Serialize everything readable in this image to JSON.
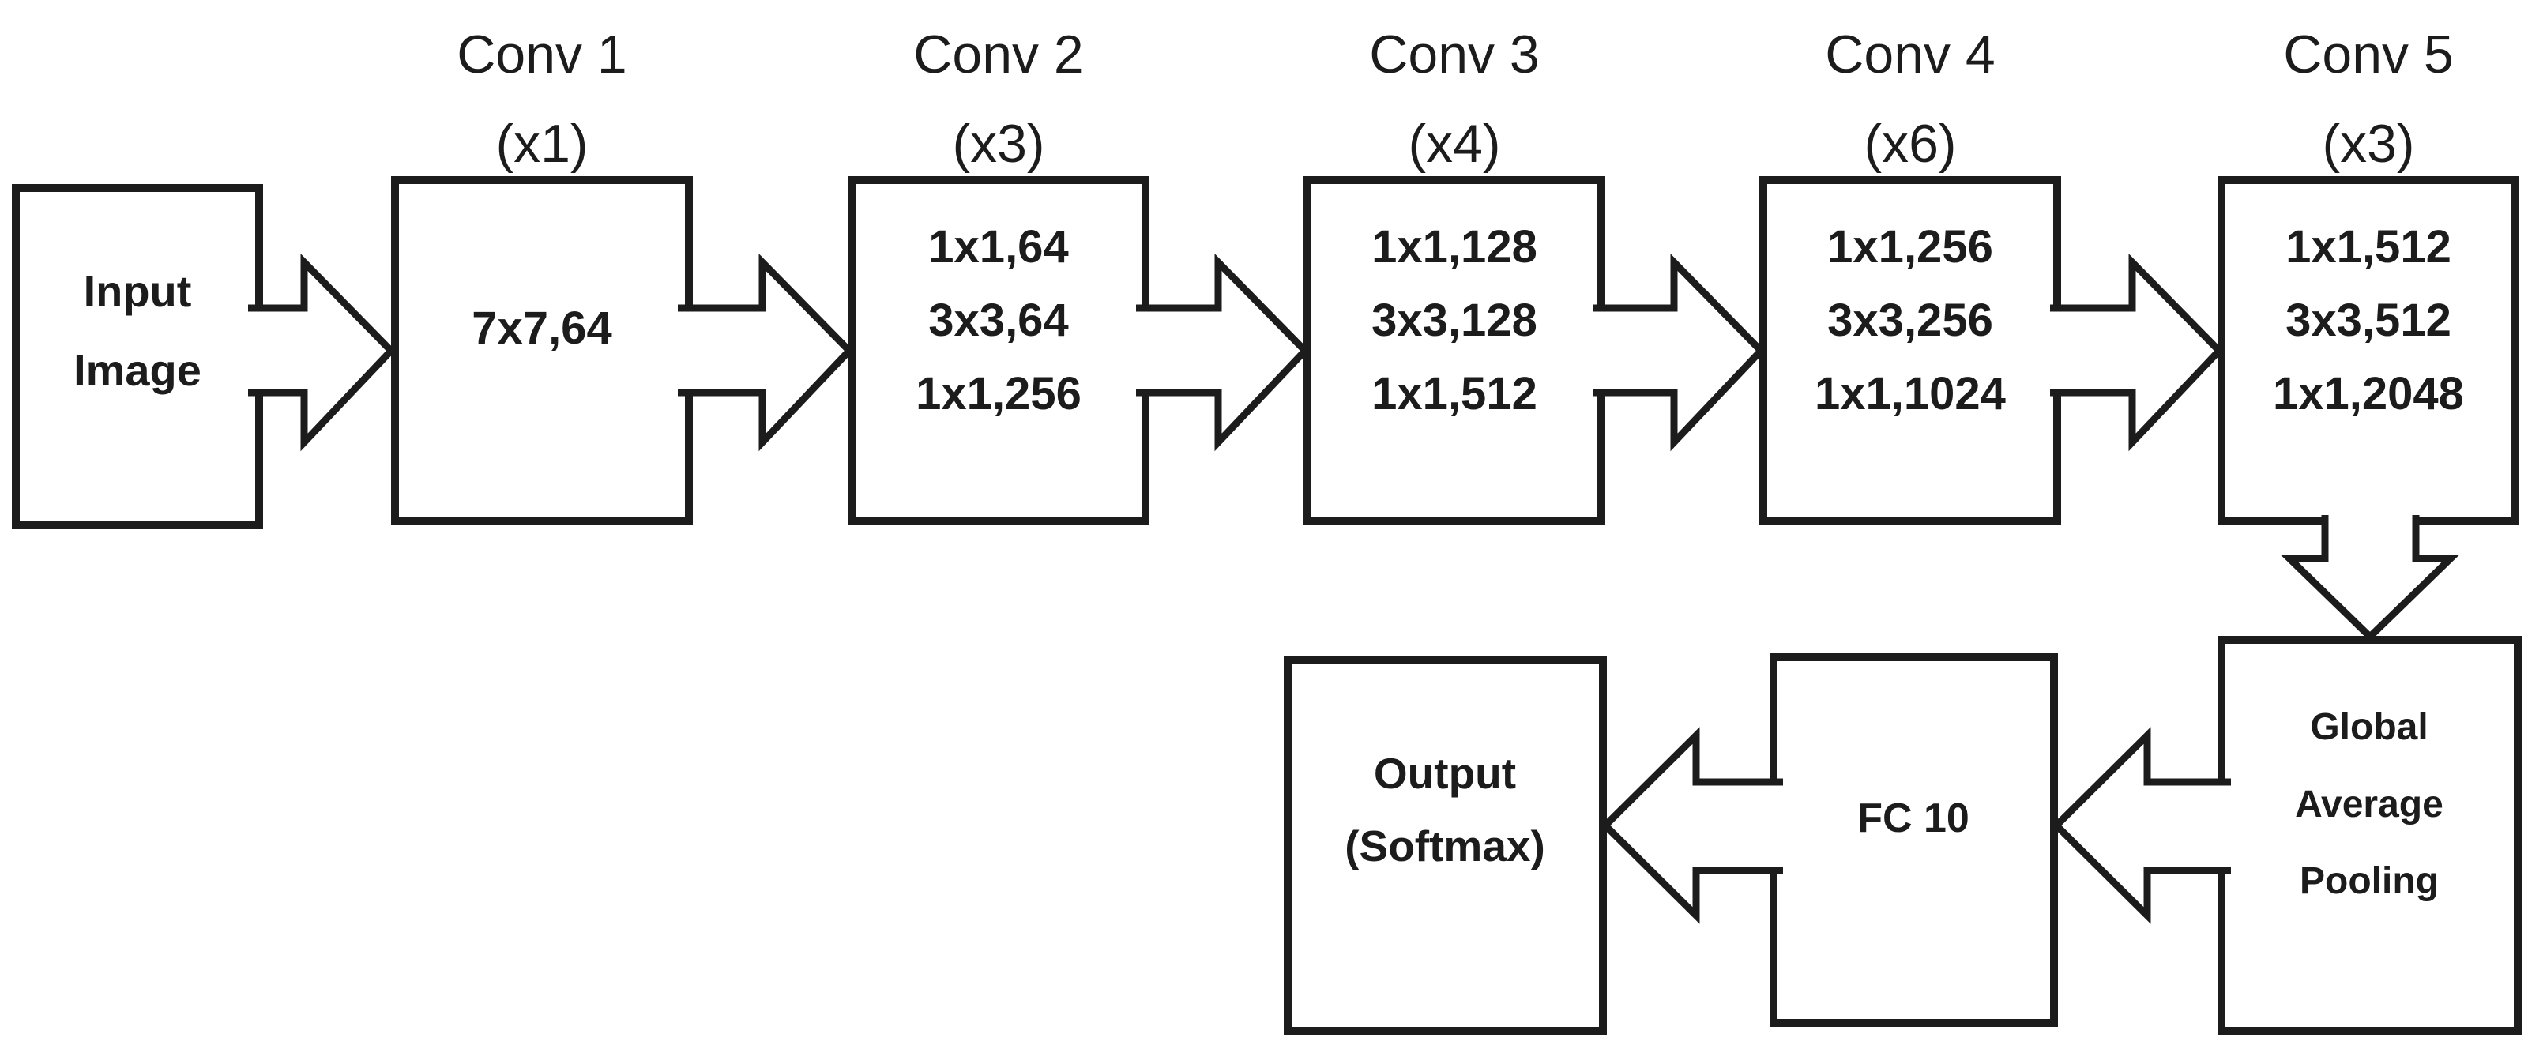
{
  "diagram": {
    "kind": "cnn-architecture-flowchart",
    "colors": {
      "background": "#ffffff",
      "line": "#1c1c1c",
      "box_fill": "#ffffff"
    },
    "nodes": {
      "input": {
        "lines": [
          "Input",
          "Image"
        ]
      },
      "conv1": {
        "title": "Conv 1",
        "repeat": "(x1)",
        "lines": [
          "7x7,64"
        ]
      },
      "conv2": {
        "title": "Conv 2",
        "repeat": "(x3)",
        "lines": [
          "1x1,64",
          "3x3,64",
          "1x1,256"
        ]
      },
      "conv3": {
        "title": "Conv 3",
        "repeat": "(x4)",
        "lines": [
          "1x1,128",
          "3x3,128",
          "1x1,512"
        ]
      },
      "conv4": {
        "title": "Conv 4",
        "repeat": "(x6)",
        "lines": [
          "1x1,256",
          "3x3,256",
          "1x1,1024"
        ]
      },
      "conv5": {
        "title": "Conv 5",
        "repeat": "(x3)",
        "lines": [
          "1x1,512",
          "3x3,512",
          "1x1,2048"
        ]
      },
      "gap": {
        "lines": [
          "Global",
          "Average",
          "Pooling"
        ]
      },
      "fc": {
        "lines": [
          "FC 10"
        ]
      },
      "output": {
        "lines": [
          "Output",
          "(Softmax)"
        ]
      }
    },
    "connections": [
      {
        "from": "input",
        "to": "conv1"
      },
      {
        "from": "conv1",
        "to": "conv2"
      },
      {
        "from": "conv2",
        "to": "conv3"
      },
      {
        "from": "conv3",
        "to": "conv4"
      },
      {
        "from": "conv4",
        "to": "conv5"
      },
      {
        "from": "conv5",
        "to": "gap"
      },
      {
        "from": "gap",
        "to": "fc"
      },
      {
        "from": "fc",
        "to": "output"
      }
    ]
  }
}
